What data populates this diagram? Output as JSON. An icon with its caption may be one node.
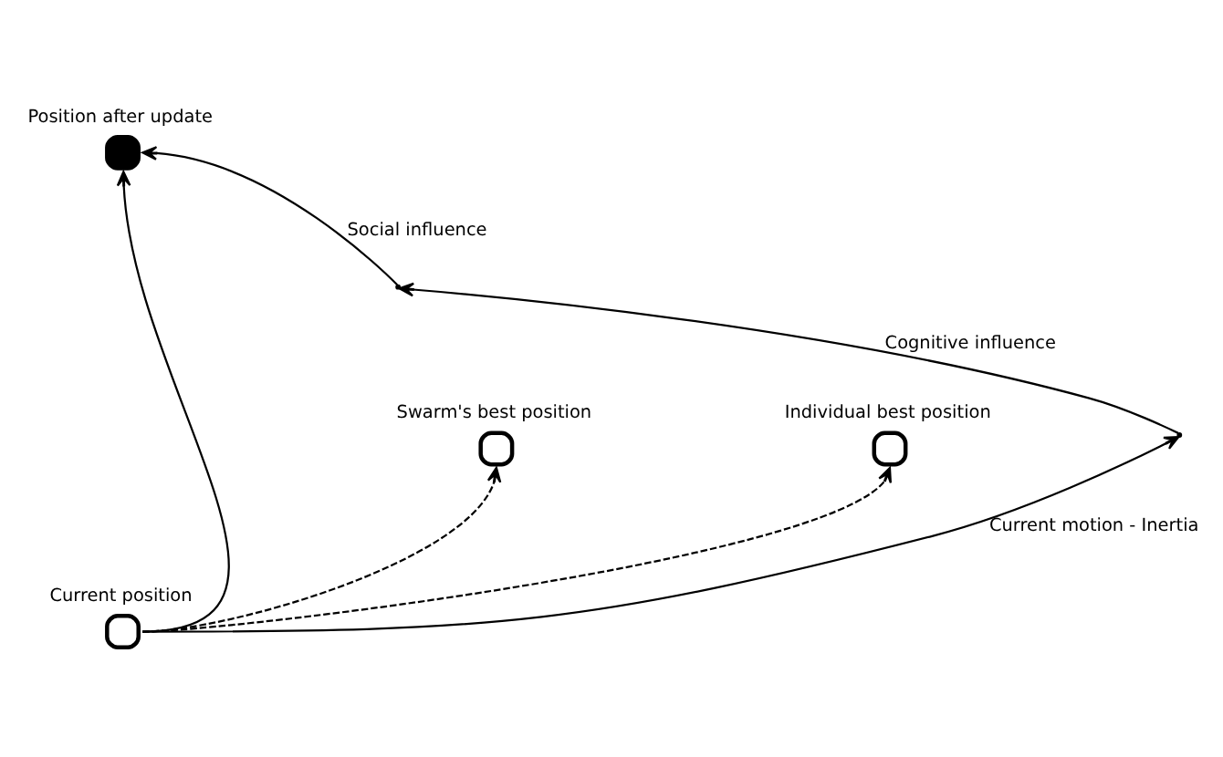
{
  "diagram": {
    "nodes": [
      {
        "text": [
          "Position after update"
        ]
      },
      {
        "text": [
          "Swarm's best position"
        ]
      },
      {
        "text": [
          "Individual best position"
        ]
      },
      {
        "text": [
          "Current position"
        ]
      },
      {
        "text": [],
        "shape": "point"
      },
      {
        "text": [],
        "shape": "point"
      }
    ],
    "edges": [
      {
        "from": 3,
        "to": 1,
        "arrow": "to",
        "style": "dashed"
      },
      {
        "from": 3,
        "to": 2,
        "arrow": "to",
        "style": "dashed"
      },
      {
        "from": 3,
        "to": 0,
        "arrow": "to"
      },
      {
        "from": 3,
        "to": 4,
        "arrow": "to",
        "label": "Current motion - Inertia"
      },
      {
        "from": 4,
        "to": 5,
        "arrow": "to",
        "label": "Cognitive influence"
      },
      {
        "from": 5,
        "to": 0,
        "arrow": "to",
        "label": "Social influence"
      }
    ]
  }
}
